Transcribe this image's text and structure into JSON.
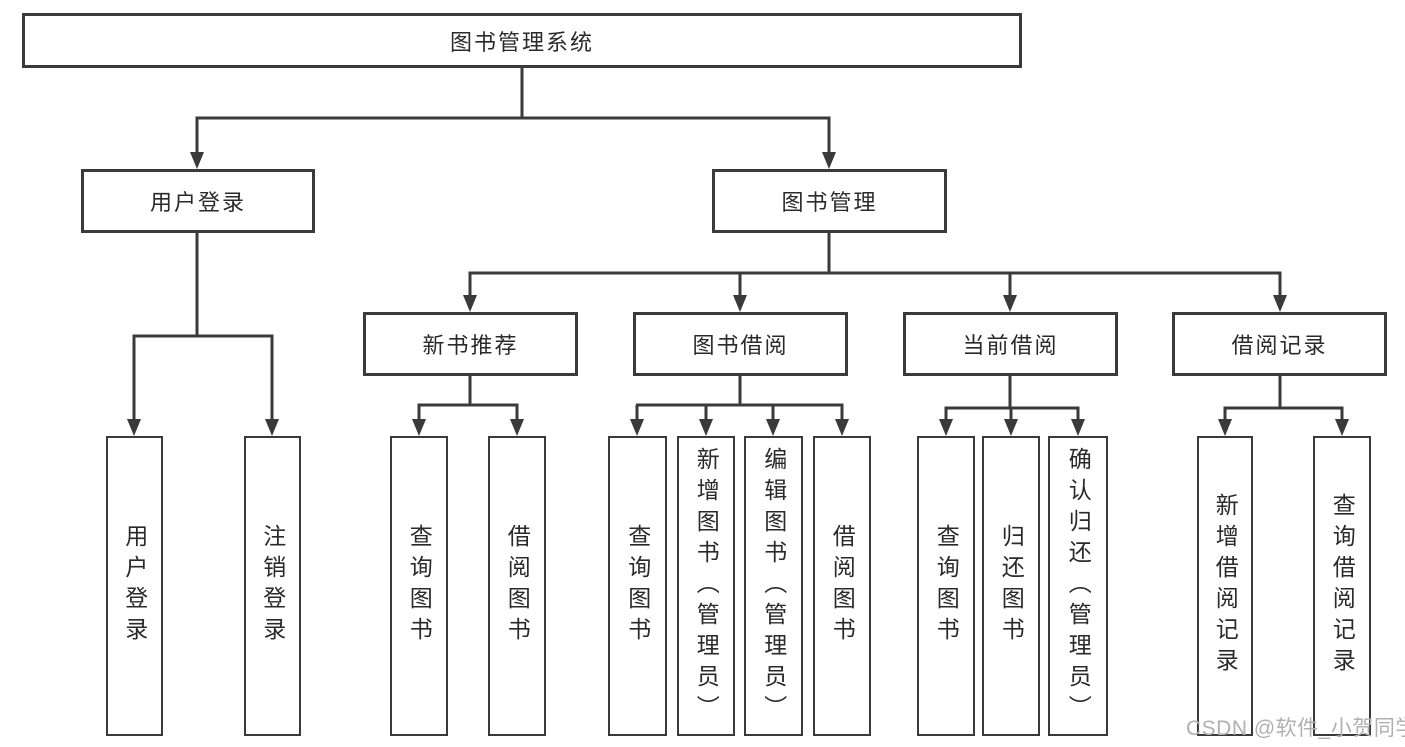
{
  "tree": {
    "label": "图书管理系统",
    "children": [
      {
        "label": "用户登录",
        "children": [
          {
            "label": "用户登录"
          },
          {
            "label": "注销登录"
          }
        ]
      },
      {
        "label": "图书管理",
        "children": [
          {
            "label": "新书推荐",
            "children": [
              {
                "label": "查询图书"
              },
              {
                "label": "借阅图书"
              }
            ]
          },
          {
            "label": "图书借阅",
            "children": [
              {
                "label": "查询图书"
              },
              {
                "label": "新增图书（管理员）"
              },
              {
                "label": "编辑图书（管理员）"
              },
              {
                "label": "借阅图书"
              }
            ]
          },
          {
            "label": "当前借阅",
            "children": [
              {
                "label": "查询图书"
              },
              {
                "label": "归还图书"
              },
              {
                "label": "确认归还（管理员）"
              }
            ]
          },
          {
            "label": "借阅记录",
            "children": [
              {
                "label": "新增借阅记录"
              },
              {
                "label": "查询借阅记录"
              }
            ]
          }
        ]
      }
    ]
  },
  "watermark": "CSDN @软件_小贺同学",
  "colors": {
    "line": "#3a3a3a",
    "text": "#2a2a2a",
    "background": "#ffffff",
    "watermark_text": "#b0b0b0"
  }
}
